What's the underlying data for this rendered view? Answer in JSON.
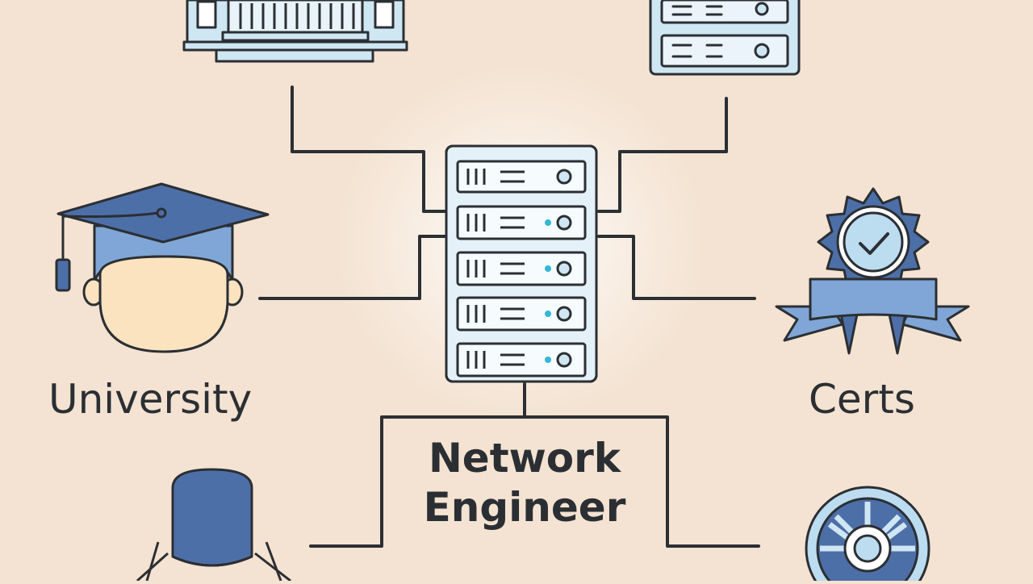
{
  "labels": {
    "left": "University",
    "right": "Certs",
    "center_line1": "Network",
    "center_line2": "Engineer"
  },
  "colors": {
    "background": "#f4e3d2",
    "line": "#2b2f33",
    "light_blue": "#cfe6f3",
    "mid_blue": "#7fa6d6",
    "dark_blue": "#4d6fa8",
    "skin": "#fbe3c0",
    "led": "#33b7d6"
  },
  "icons": [
    "building-icon",
    "server-icon",
    "graduation-cap-icon",
    "head-icon",
    "certificate-badge-icon",
    "server-rack-icon",
    "gear-wheel-icon",
    "person-icon"
  ]
}
